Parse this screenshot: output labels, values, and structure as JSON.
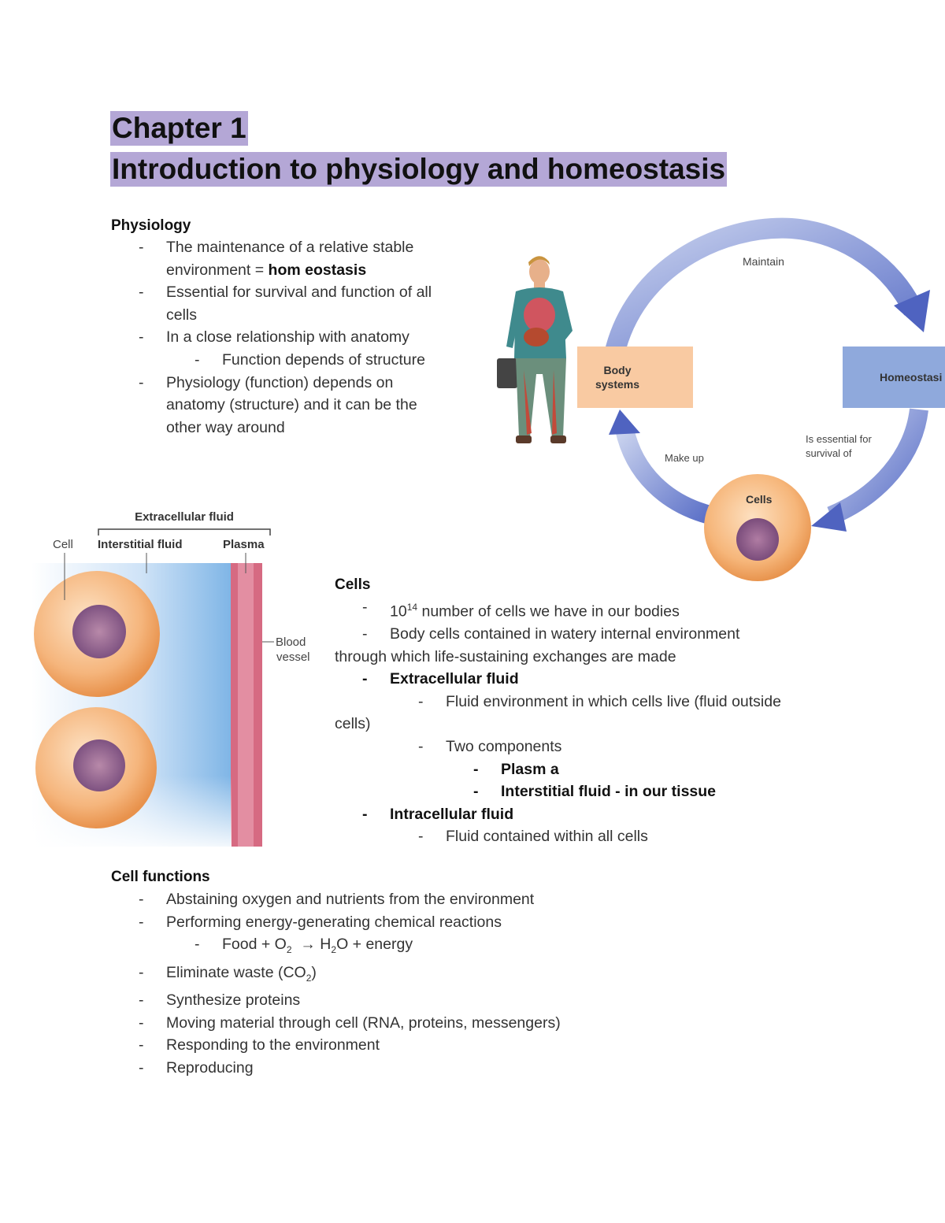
{
  "titles": {
    "chapter": "Chapter 1",
    "main": "Introduction to physiology and homeostasis"
  },
  "physiology": {
    "heading": "Physiology",
    "items": [
      {
        "line1": "The maintenance of a relative stable",
        "line2_prefix": "environment = ",
        "line2_bold": "hom eostasis"
      },
      {
        "line1": "Essential for survival and function of all",
        "line2": "cells"
      },
      {
        "line1": "In a close relationship with anatomy"
      },
      {
        "sub": "Function depends of structure"
      },
      {
        "line1": "Physiology (function) depends on",
        "line2": "anatomy (structure) and it can be the",
        "line3": "other way around"
      }
    ]
  },
  "cycle_diagram": {
    "body_systems": "Body systems",
    "body_line1": "Body",
    "body_line2": "systems",
    "homeostasis": "Homeostasi",
    "cells": "Cells",
    "maintain": "Maintain",
    "essential_line1": "Is essential for",
    "essential_line2": "survival of",
    "make_up": "Make up"
  },
  "fluid_diagram": {
    "extracellular": "Extracellular fluid",
    "cell": "Cell",
    "interstitial": "Interstitial fluid",
    "plasma": "Plasma",
    "blood_line1": "Blood",
    "blood_line2": "vessel"
  },
  "cells": {
    "heading": "Cells",
    "count_base": "10",
    "count_exp": "14",
    "count_rest": " number of cells we have in our bodies",
    "body_line1": "Body cells contained in watery internal environment",
    "body_line2": "through which life-sustaining exchanges are made",
    "extracellular": "Extracellular fluid",
    "ecf_line1": "Fluid environment in which cells live (fluid outside",
    "ecf_line2": "cells)",
    "two_components": "Two components",
    "plasma": "Plasm a",
    "interstitial": "Interstitial fluid - in our tissue",
    "intracellular": "Intracellular fluid",
    "icf_desc": "Fluid contained within all cells"
  },
  "cell_functions": {
    "heading": "Cell functions",
    "items": [
      "Abstaining oxygen and nutrients from the environment",
      "Performing energy-generating chemical reactions",
      "Eliminate waste (CO",
      "Synthesize proteins",
      "Moving material through cell (RNA, proteins, messengers)",
      "Responding to the environment",
      "Reproducing"
    ],
    "eq_food": "Food + O",
    "eq_arrow": "→ H",
    "eq_water": "O + energy",
    "sub2": "2",
    "close_paren": ")"
  },
  "dash": "-"
}
